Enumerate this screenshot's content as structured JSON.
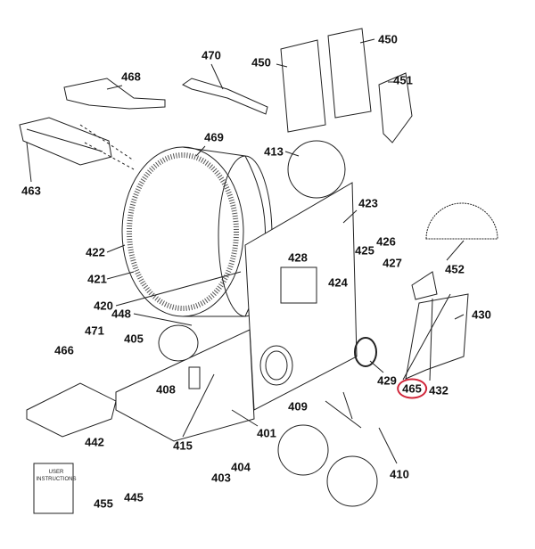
{
  "colors": {
    "highlight": "#d0263a",
    "ink": "#111111"
  },
  "manual_text": "USER INSTRUCTIONS",
  "callouts": [
    {
      "id": "450",
      "label": "450"
    },
    {
      "id": "450b",
      "label": "450"
    },
    {
      "id": "451",
      "label": "451"
    },
    {
      "id": "470",
      "label": "470"
    },
    {
      "id": "468",
      "label": "468"
    },
    {
      "id": "463",
      "label": "463"
    },
    {
      "id": "469",
      "label": "469"
    },
    {
      "id": "413",
      "label": "413"
    },
    {
      "id": "423",
      "label": "423"
    },
    {
      "id": "426",
      "label": "426"
    },
    {
      "id": "425",
      "label": "425"
    },
    {
      "id": "427",
      "label": "427"
    },
    {
      "id": "452",
      "label": "452"
    },
    {
      "id": "422",
      "label": "422"
    },
    {
      "id": "428",
      "label": "428"
    },
    {
      "id": "424",
      "label": "424"
    },
    {
      "id": "421",
      "label": "421"
    },
    {
      "id": "420",
      "label": "420"
    },
    {
      "id": "430",
      "label": "430"
    },
    {
      "id": "448",
      "label": "448"
    },
    {
      "id": "405",
      "label": "405"
    },
    {
      "id": "471",
      "label": "471"
    },
    {
      "id": "466",
      "label": "466"
    },
    {
      "id": "429",
      "label": "429"
    },
    {
      "id": "465",
      "label": "465",
      "highlighted": true
    },
    {
      "id": "432",
      "label": "432"
    },
    {
      "id": "408",
      "label": "408"
    },
    {
      "id": "409",
      "label": "409"
    },
    {
      "id": "415",
      "label": "415"
    },
    {
      "id": "401",
      "label": "401"
    },
    {
      "id": "442",
      "label": "442"
    },
    {
      "id": "404",
      "label": "404"
    },
    {
      "id": "403",
      "label": "403"
    },
    {
      "id": "410",
      "label": "410"
    },
    {
      "id": "455",
      "label": "455"
    },
    {
      "id": "445",
      "label": "445"
    }
  ]
}
